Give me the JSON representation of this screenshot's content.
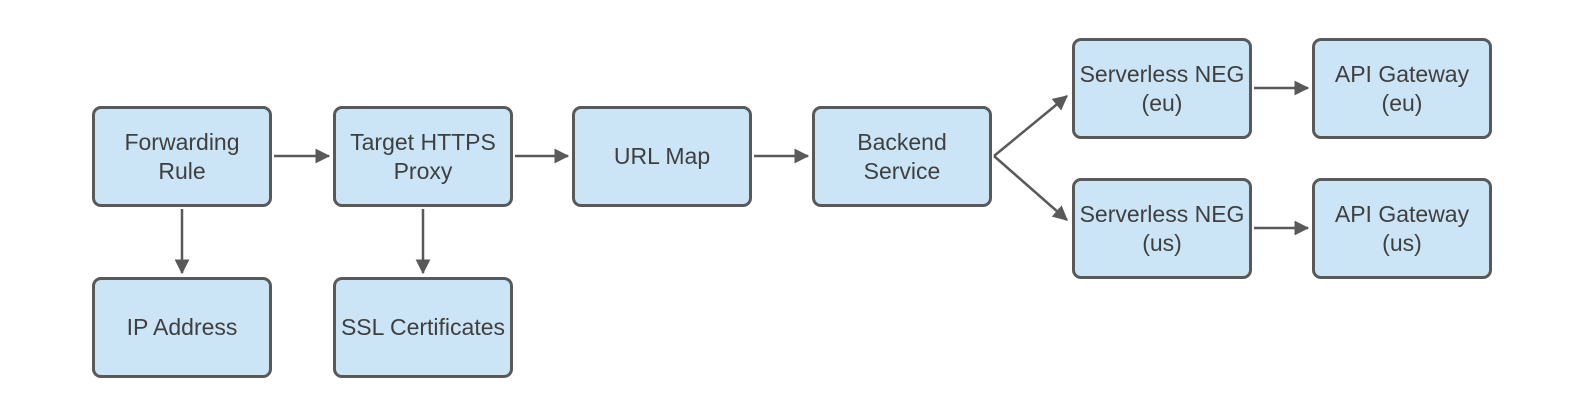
{
  "diagram": {
    "colors": {
      "node_fill": "#cce5f6",
      "node_border": "#595959",
      "arrow": "#595959",
      "text": "#3f3f3f",
      "background": "#ffffff"
    },
    "nodes": {
      "forwarding_rule": {
        "label": "Forwarding Rule"
      },
      "target_https_proxy": {
        "label": "Target HTTPS\nProxy"
      },
      "url_map": {
        "label": "URL Map"
      },
      "backend_service": {
        "label": "Backend Service"
      },
      "ip_address": {
        "label": "IP Address"
      },
      "ssl_certificates": {
        "label": "SSL Certificates"
      },
      "serverless_neg_eu": {
        "label": "Serverless NEG\n(eu)"
      },
      "api_gateway_eu": {
        "label": "API Gateway\n(eu)"
      },
      "serverless_neg_us": {
        "label": "Serverless NEG\n(us)"
      },
      "api_gateway_us": {
        "label": "API Gateway\n(us)"
      }
    },
    "edges": [
      {
        "from": "forwarding_rule",
        "to": "target_https_proxy"
      },
      {
        "from": "forwarding_rule",
        "to": "ip_address"
      },
      {
        "from": "target_https_proxy",
        "to": "url_map"
      },
      {
        "from": "target_https_proxy",
        "to": "ssl_certificates"
      },
      {
        "from": "url_map",
        "to": "backend_service"
      },
      {
        "from": "backend_service",
        "to": "serverless_neg_eu"
      },
      {
        "from": "backend_service",
        "to": "serverless_neg_us"
      },
      {
        "from": "serverless_neg_eu",
        "to": "api_gateway_eu"
      },
      {
        "from": "serverless_neg_us",
        "to": "api_gateway_us"
      }
    ]
  }
}
